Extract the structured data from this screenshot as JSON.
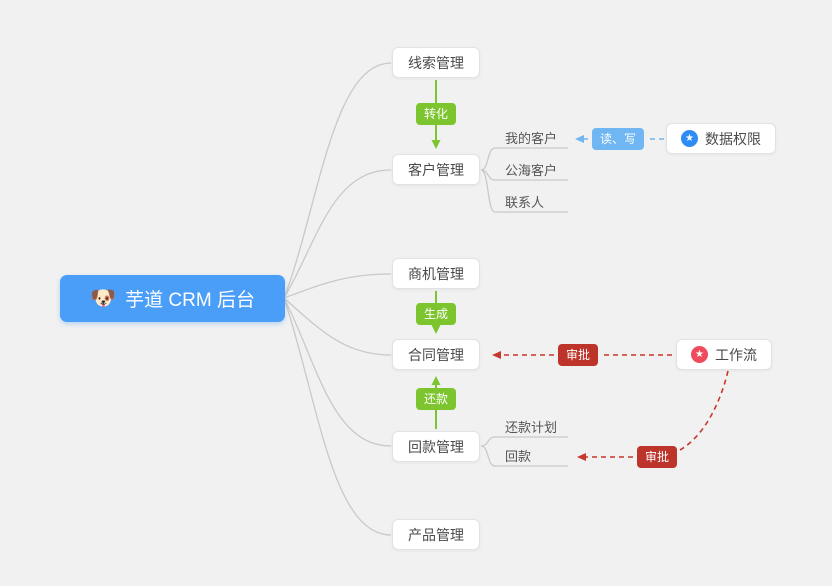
{
  "root": {
    "icon": "🐶",
    "label": "芋道 CRM 后台"
  },
  "topics": {
    "clue": "线索管理",
    "customer": "客户管理",
    "opportunity": "商机管理",
    "contract": "合同管理",
    "receivable": "回款管理",
    "product": "产品管理"
  },
  "customer_children": [
    "我的客户",
    "公海客户",
    "联系人"
  ],
  "receivable_children": [
    "还款计划",
    "回款"
  ],
  "badges": {
    "transform": "转化",
    "generate": "生成",
    "repay": "还款",
    "read_write": "读、写",
    "approve_contract": "审批",
    "approve_receivable": "审批"
  },
  "side_topics": {
    "data_permission": {
      "icon": "★",
      "label": "数据权限"
    },
    "workflow": {
      "icon": "★",
      "label": "工作流"
    }
  },
  "colors": {
    "canvas_bg": "#F1F1F1",
    "root_bg": "#4A9EF7",
    "green_badge": "#7CC52F",
    "blue_badge": "#6FB6F2",
    "red_badge": "#BD342B",
    "blue_line": "#6FB6F2",
    "red_line": "#C8382C",
    "gray_line": "#C9C9C9",
    "permission_icon_bg": "#2F8CF4",
    "workflow_icon_bg": "#EE4C5C"
  }
}
